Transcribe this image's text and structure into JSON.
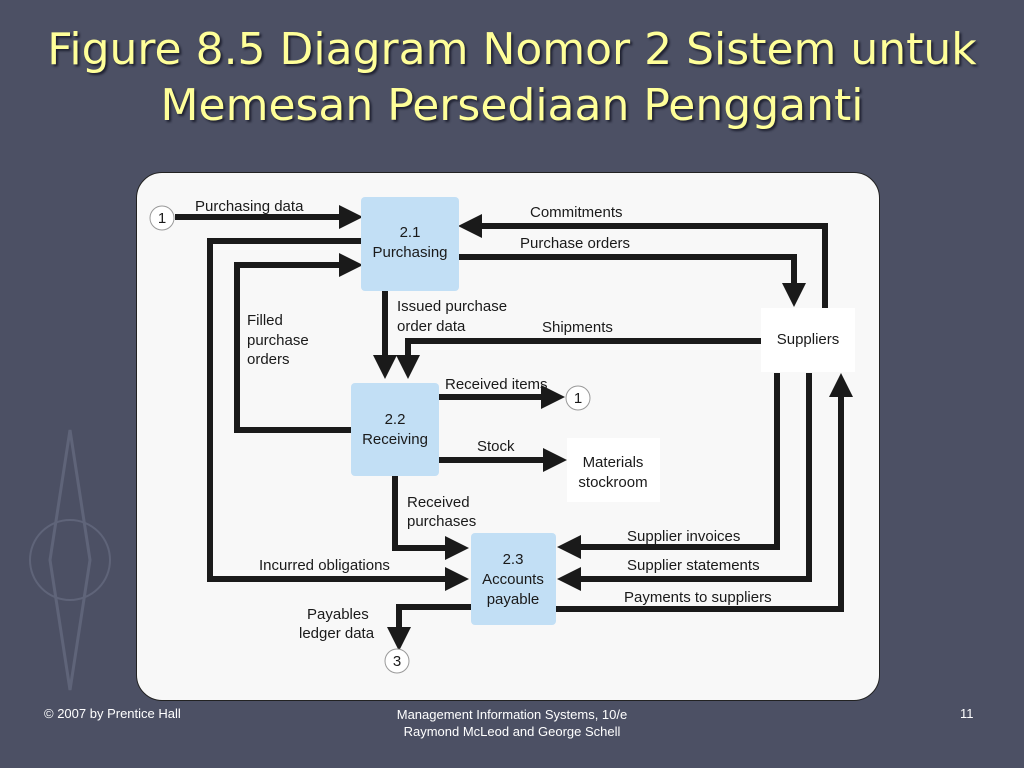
{
  "title": {
    "line1": "Figure 8.5 Diagram Nomor 2 Sistem untuk",
    "line2": "Memesan Persediaan Pengganti"
  },
  "diagram": {
    "processes": {
      "p21": {
        "num": "2.1",
        "name": "Purchasing"
      },
      "p22": {
        "num": "2.2",
        "name": "Receiving"
      },
      "p23": {
        "num": "2.3",
        "name1": "Accounts",
        "name2": "payable"
      }
    },
    "entities": {
      "suppliers": "Suppliers",
      "materials_line1": "Materials",
      "materials_line2": "stockroom"
    },
    "connectors": {
      "c1a": "1",
      "c1b": "1",
      "c3": "3"
    },
    "flows": {
      "purchasing_data": "Purchasing data",
      "commitments": "Commitments",
      "purchase_orders": "Purchase orders",
      "filled1": "Filled",
      "filled2": "purchase",
      "filled3": "orders",
      "issued1": "Issued purchase",
      "issued2": "order data",
      "shipments": "Shipments",
      "received_items": "Received items",
      "stock": "Stock",
      "received_purchases1": "Received",
      "received_purchases2": "purchases",
      "supplier_invoices": "Supplier invoices",
      "supplier_statements": "Supplier statements",
      "incurred_obligations": "Incurred obligations",
      "payments_to_suppliers": "Payments to suppliers",
      "payables1": "Payables",
      "payables2": "ledger data"
    },
    "colors": {
      "process_fill": "#c2dff5",
      "line": "#1a1a1a",
      "canvas": "#f8f8f8"
    }
  },
  "footer": {
    "copyright": "© 2007 by Prentice Hall",
    "book1": "Management Information Systems, 10/e",
    "book2": "Raymond McLeod and George Schell",
    "page": "11"
  }
}
